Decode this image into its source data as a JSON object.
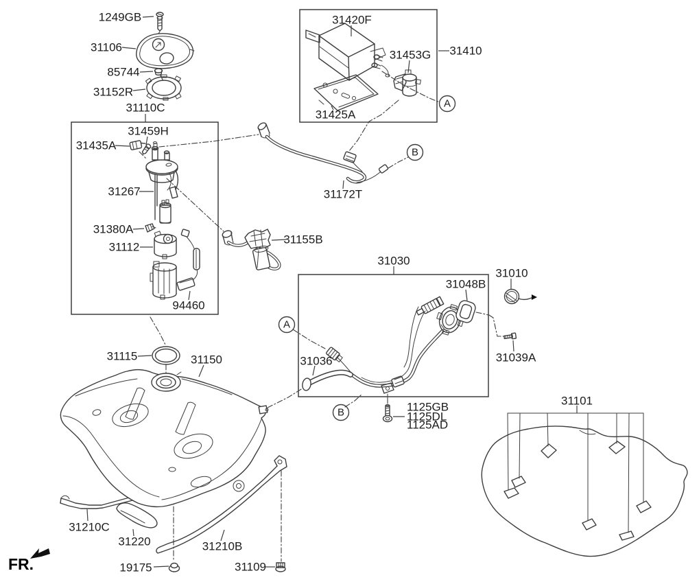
{
  "diagram": {
    "fr_label": "FR.",
    "callout_a": "A",
    "callout_b": "B",
    "colors": {
      "line": "#3d3d3d",
      "text": "#1c1c1c",
      "background": "#ffffff"
    },
    "parts": {
      "n1249GB": "1249GB",
      "n31106": "31106",
      "n85744": "85744",
      "n31152R": "31152R",
      "n31110C": "31110C",
      "n31459H": "31459H",
      "n31435A": "31435A",
      "n31267": "31267",
      "n31380A": "31380A",
      "n31112": "31112",
      "n94460": "94460",
      "n31420F": "31420F",
      "n31453G": "31453G",
      "n31410": "31410",
      "n31425A": "31425A",
      "n31172T": "31172T",
      "n31155B": "31155B",
      "n31030": "31030",
      "n31048B": "31048B",
      "n31010": "31010",
      "n31036": "31036",
      "n31039A": "31039A",
      "n1125GB": "1125GB",
      "n1125DL": "1125DL",
      "n1125AD": "1125AD",
      "n31115": "31115",
      "n31150": "31150",
      "n31101": "31101",
      "n31210C": "31210C",
      "n31220": "31220",
      "n31210B": "31210B",
      "n19175": "19175",
      "n31109": "31109"
    }
  }
}
